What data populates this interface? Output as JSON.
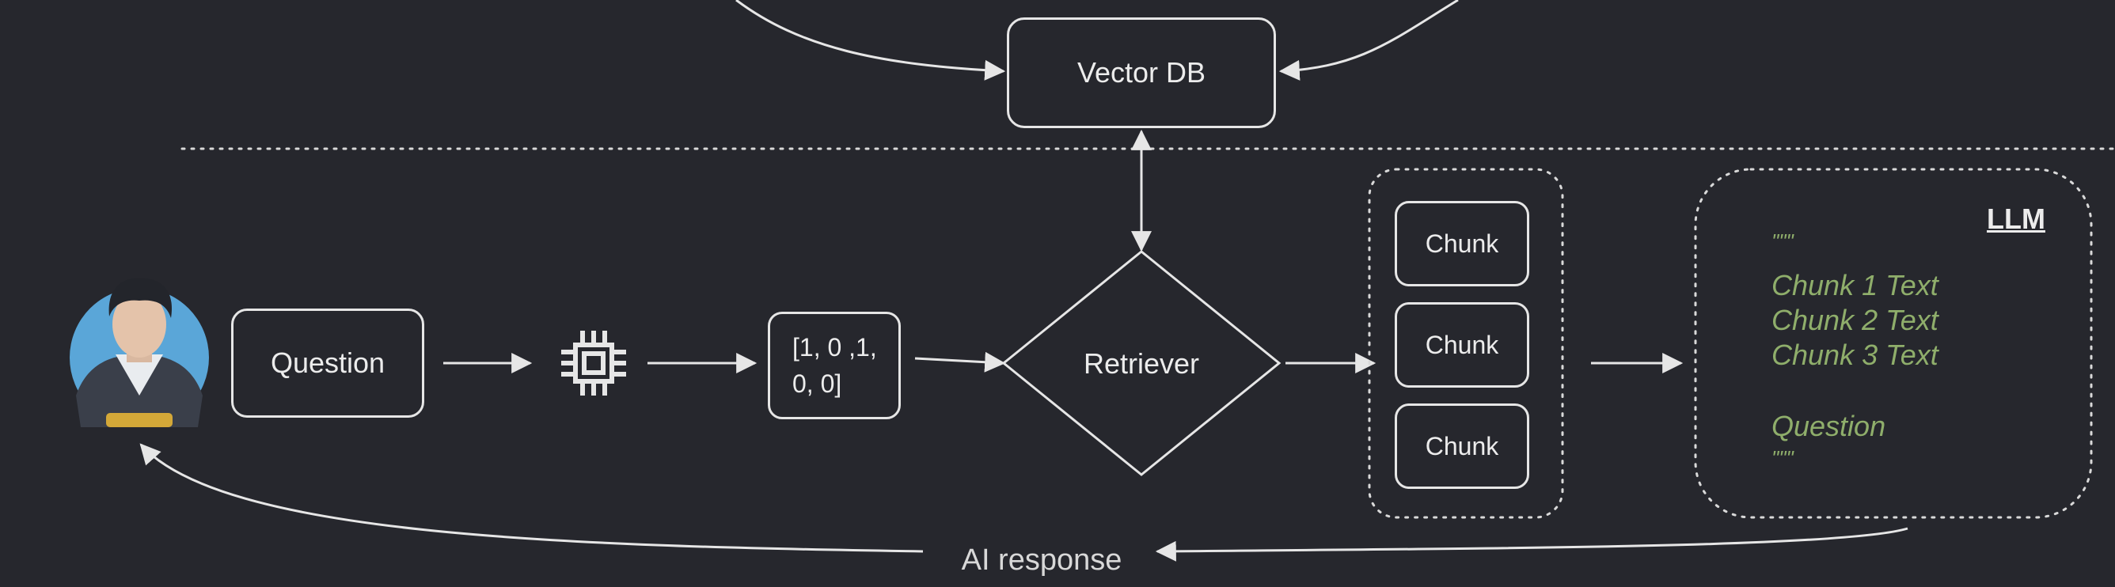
{
  "diagram": {
    "nodes": {
      "vector_db": "Vector DB",
      "question": "Question",
      "embedding_vector": "[1, 0 ,1,\n0, 0]",
      "retriever": "Retriever",
      "chunks": [
        "Chunk",
        "Chunk",
        "Chunk"
      ]
    },
    "llm": {
      "title": "LLM",
      "prompt_lines": [
        "\"\"\"",
        "Chunk 1 Text",
        "Chunk 2 Text",
        "Chunk 3 Text",
        "",
        "Question",
        "\"\"\""
      ]
    },
    "edges": {
      "response_label": "AI response"
    },
    "icons": {
      "user": "user-avatar-icon",
      "embedding_model": "chip-icon"
    },
    "colors": {
      "background": "#26272d",
      "stroke": "#e6e6e6",
      "prompt_text": "#8fae6b",
      "avatar_circle": "#5aa6d8"
    }
  }
}
